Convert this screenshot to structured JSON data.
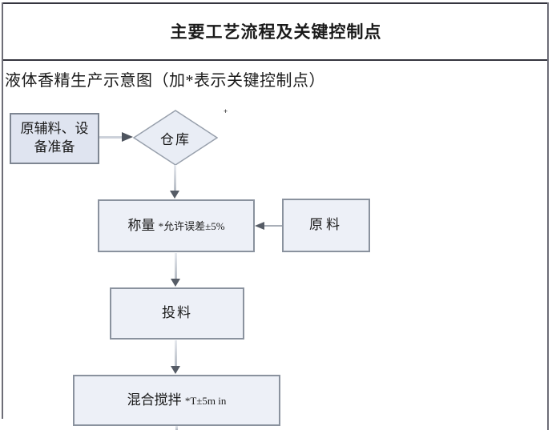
{
  "header": {
    "title": "主要工艺流程及关键控制点",
    "subtitle": "液体香精生产示意图（加*表示关键控制点）"
  },
  "flowchart": {
    "nodes": {
      "prep": {
        "shape": "rect",
        "label": "原辅料、设备准备"
      },
      "warehouse": {
        "shape": "diamond",
        "label": "仓库"
      },
      "weigh": {
        "shape": "rect",
        "label": "称量 ",
        "note": "*允许误差±5%"
      },
      "material": {
        "shape": "rect",
        "label": "原料"
      },
      "feed": {
        "shape": "rect",
        "label": "投料"
      },
      "mix": {
        "shape": "rect",
        "label": "混合搅拌 ",
        "note": "*T±5m in"
      }
    },
    "edges": [
      {
        "from": "prep",
        "to": "warehouse",
        "direction": "right"
      },
      {
        "from": "warehouse",
        "to": "weigh",
        "direction": "down"
      },
      {
        "from": "material",
        "to": "weigh",
        "direction": "left"
      },
      {
        "from": "weigh",
        "to": "feed",
        "direction": "down"
      },
      {
        "from": "feed",
        "to": "mix",
        "direction": "down"
      },
      {
        "from": "mix",
        "to": "offscreen-below",
        "direction": "down"
      }
    ],
    "stray_mark": "+"
  },
  "colors": {
    "node_fill": "#edf0f7",
    "prep_node_fill": "#dfe4f0",
    "diamond_fill": "#e9edf5",
    "node_border": "#8a929e",
    "connector_line": "#b4bac3",
    "arrowhead": "#565c66",
    "table_border": "#35353f",
    "text": "#1a1a1a",
    "background": "#ffffff"
  }
}
